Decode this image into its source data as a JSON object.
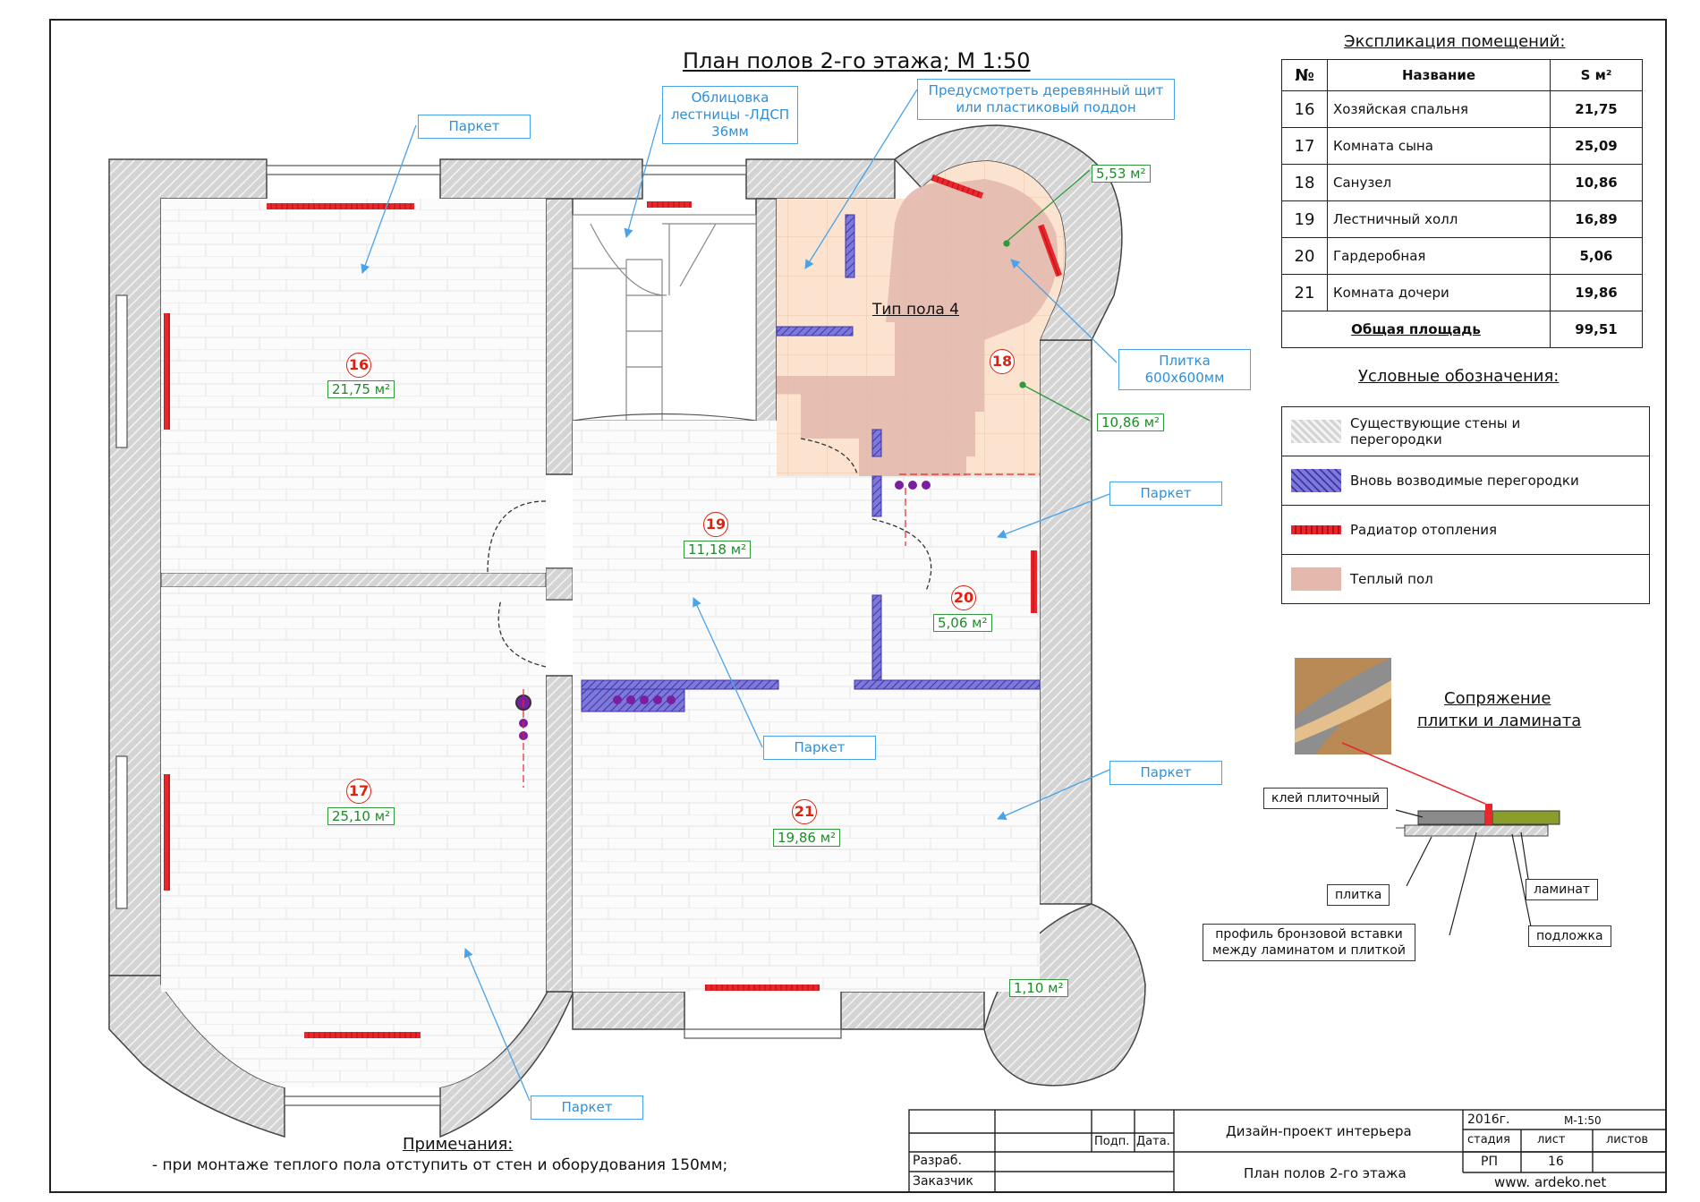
{
  "title": "План полов 2-го этажа; М 1:50",
  "callouts": {
    "cladding": "Облицовка лестницы -ЛДСП 36мм",
    "shield": "Предусмотреть деревянный щит или пластиковый поддон",
    "parquet": "Паркет",
    "tile": "Плитка 600х600мм",
    "floor_type": "Тип пола 4"
  },
  "rooms": [
    {
      "num": "16",
      "area": "21,75 м²"
    },
    {
      "num": "17",
      "area": "25,10 м²"
    },
    {
      "num": "18",
      "area": "10,86 м²"
    },
    {
      "num": "19",
      "area": "11,18 м²"
    },
    {
      "num": "20",
      "area": "5,06 м²"
    },
    {
      "num": "21",
      "area": "19,86 м²"
    }
  ],
  "extra_areas": {
    "warm": "5,53 м²",
    "small": "1,10 м²"
  },
  "explication": {
    "title": "Экспликация помещений:",
    "headers": [
      "№",
      "Название",
      "S м²"
    ],
    "rows": [
      [
        "16",
        "Хозяйская спальня",
        "21,75"
      ],
      [
        "17",
        "Комната сына",
        "25,09"
      ],
      [
        "18",
        "Санузел",
        "10,86"
      ],
      [
        "19",
        "Лестничный холл",
        "16,89"
      ],
      [
        "20",
        "Гардеробная",
        "5,06"
      ],
      [
        "21",
        "Комната дочери",
        "19,86"
      ]
    ],
    "total_label": "Общая площадь",
    "total_value": "99,51"
  },
  "legend": {
    "title": "Условные обозначения:",
    "items": [
      {
        "label": "Существующие стены и перегородки",
        "color": "#dcdcdc"
      },
      {
        "label": "Вновь возводимые перегородки",
        "color": "#7e78d8"
      },
      {
        "label": "Радиатор отопления",
        "color": "#e8262b"
      },
      {
        "label": "Теплый пол",
        "color": "#e3b9ae"
      }
    ]
  },
  "junction": {
    "title_line1": "Сопряжение",
    "title_line2": "плитки и ламината",
    "glue": "клей плиточный",
    "tile": "плитка",
    "laminate": "ламинат",
    "underlay": "подложка",
    "profile": "профиль бронзовой вставки между ламинатом и плиткой"
  },
  "notes": {
    "title": "Примечания:",
    "line1": "- при монтаже теплого пола отступить от стен и оборудования 150мм;"
  },
  "stamp": {
    "project": "Дизайн-проект интерьера",
    "sheet_title": "План полов 2-го этажа",
    "year": "2016г.",
    "scale": "М-1:50",
    "stage_h": "стадия",
    "sheet_h": "лист",
    "sheets_h": "листов",
    "stage": "РП",
    "sheet": "16",
    "podp": "Подп.",
    "date": "Дата.",
    "razrab": "Разраб.",
    "customer": "Заказчик",
    "site": "www. ardeko.net"
  },
  "colors": {
    "wall": "#d6d6d6",
    "new_wall": "#7e78d8",
    "radiator": "#e8262b",
    "warm_floor": "#e3b9ae",
    "tile_floor": "#fbe3cf",
    "callout": "#4aa3e8"
  }
}
